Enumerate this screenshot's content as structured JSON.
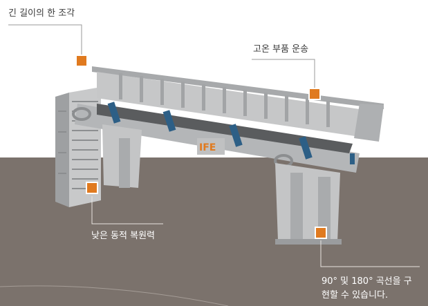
{
  "callouts": {
    "top_left": {
      "label": "긴 길이의 한 조각"
    },
    "top_right": {
      "label": "고온 부품 운송"
    },
    "bottom_left": {
      "label": "낮은 동적 복원력"
    },
    "bottom_right": {
      "line1": "90° 및 180° 곡선을 구",
      "line2": "현할 수 있습니다."
    }
  },
  "logo": {
    "text": "IFE"
  },
  "colors": {
    "accent": "#e07a1f",
    "upper_background": "#ffffff",
    "lower_background": "#7b726c",
    "machine": "#b9babb",
    "actuator": "#2d5f86"
  },
  "icons": [
    "hotspot-marker-icon",
    "hotspot-marker-icon",
    "hotspot-marker-icon",
    "hotspot-marker-icon"
  ]
}
